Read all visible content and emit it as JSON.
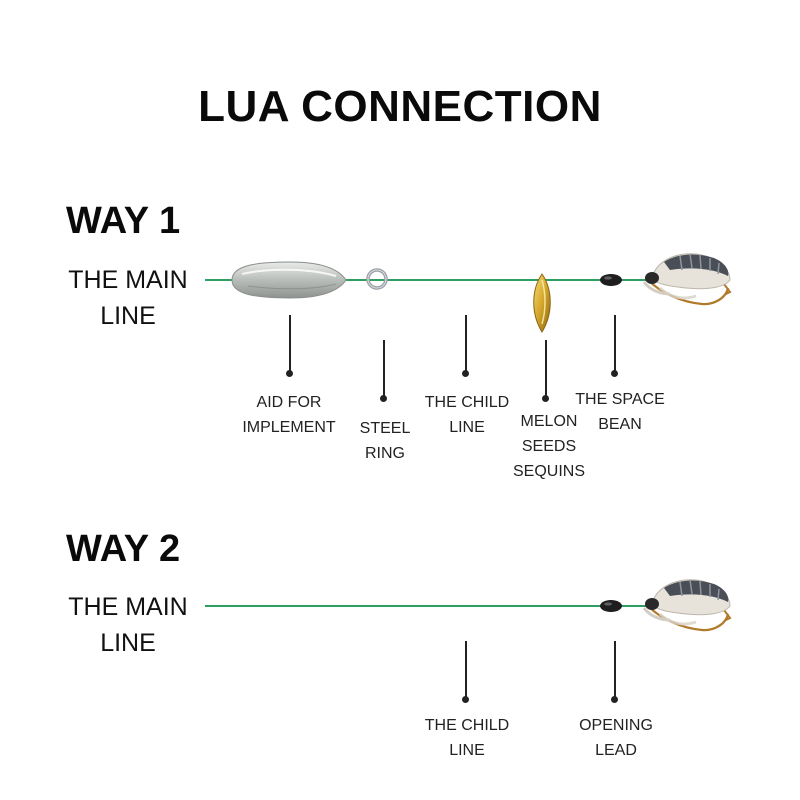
{
  "title": "LUA CONNECTION",
  "way1": {
    "heading": "WAY 1",
    "main_line_label": "THE MAIN\nLINE",
    "callouts": {
      "aid": "AID FOR\nIMPLEMENT",
      "ring": "STEEL\nRING",
      "child": "THE CHILD\nLINE",
      "sequins": "MELON\nSEEDS\nSEQUINS",
      "bean": "THE SPACE\nBEAN"
    }
  },
  "way2": {
    "heading": "WAY 2",
    "main_line_label": "THE MAIN\nLINE",
    "callouts": {
      "child": "THE CHILD\nLINE",
      "lead": "OPENING\nLEAD"
    }
  },
  "colors": {
    "line": "#2f9e63",
    "sequin": "#d4a62a",
    "ring": "#9aa0a6"
  },
  "icons": {
    "float": "float-weight-icon",
    "ring": "steel-ring-icon",
    "sequin": "gold-sequin-icon",
    "bean": "space-bean-icon",
    "fly": "fishing-fly-icon"
  }
}
